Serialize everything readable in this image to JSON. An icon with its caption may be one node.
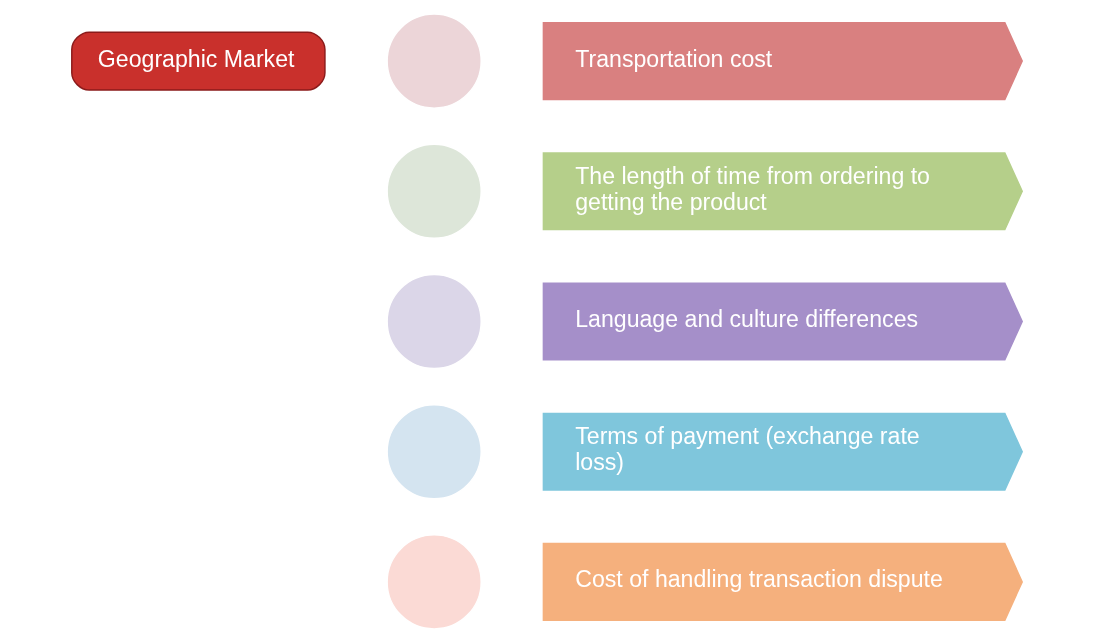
{
  "diagram": {
    "nodes": [
      {
        "text": [
          "Geographic Market"
        ]
      },
      {
        "text": [],
        "shape": "circle"
      },
      {
        "text": [
          "Transportation cost"
        ]
      },
      {
        "text": [],
        "shape": "circle"
      },
      {
        "text": [
          "The length of time from ordering to getting the product"
        ]
      },
      {
        "text": [],
        "shape": "circle"
      },
      {
        "text": [
          "Language and culture differences"
        ]
      },
      {
        "text": [],
        "shape": "circle"
      },
      {
        "text": [
          "Terms of payment (exchange rate loss)"
        ]
      },
      {
        "text": [],
        "shape": "circle"
      },
      {
        "text": [
          "Cost of handling transaction dispute"
        ]
      }
    ],
    "edges": []
  }
}
